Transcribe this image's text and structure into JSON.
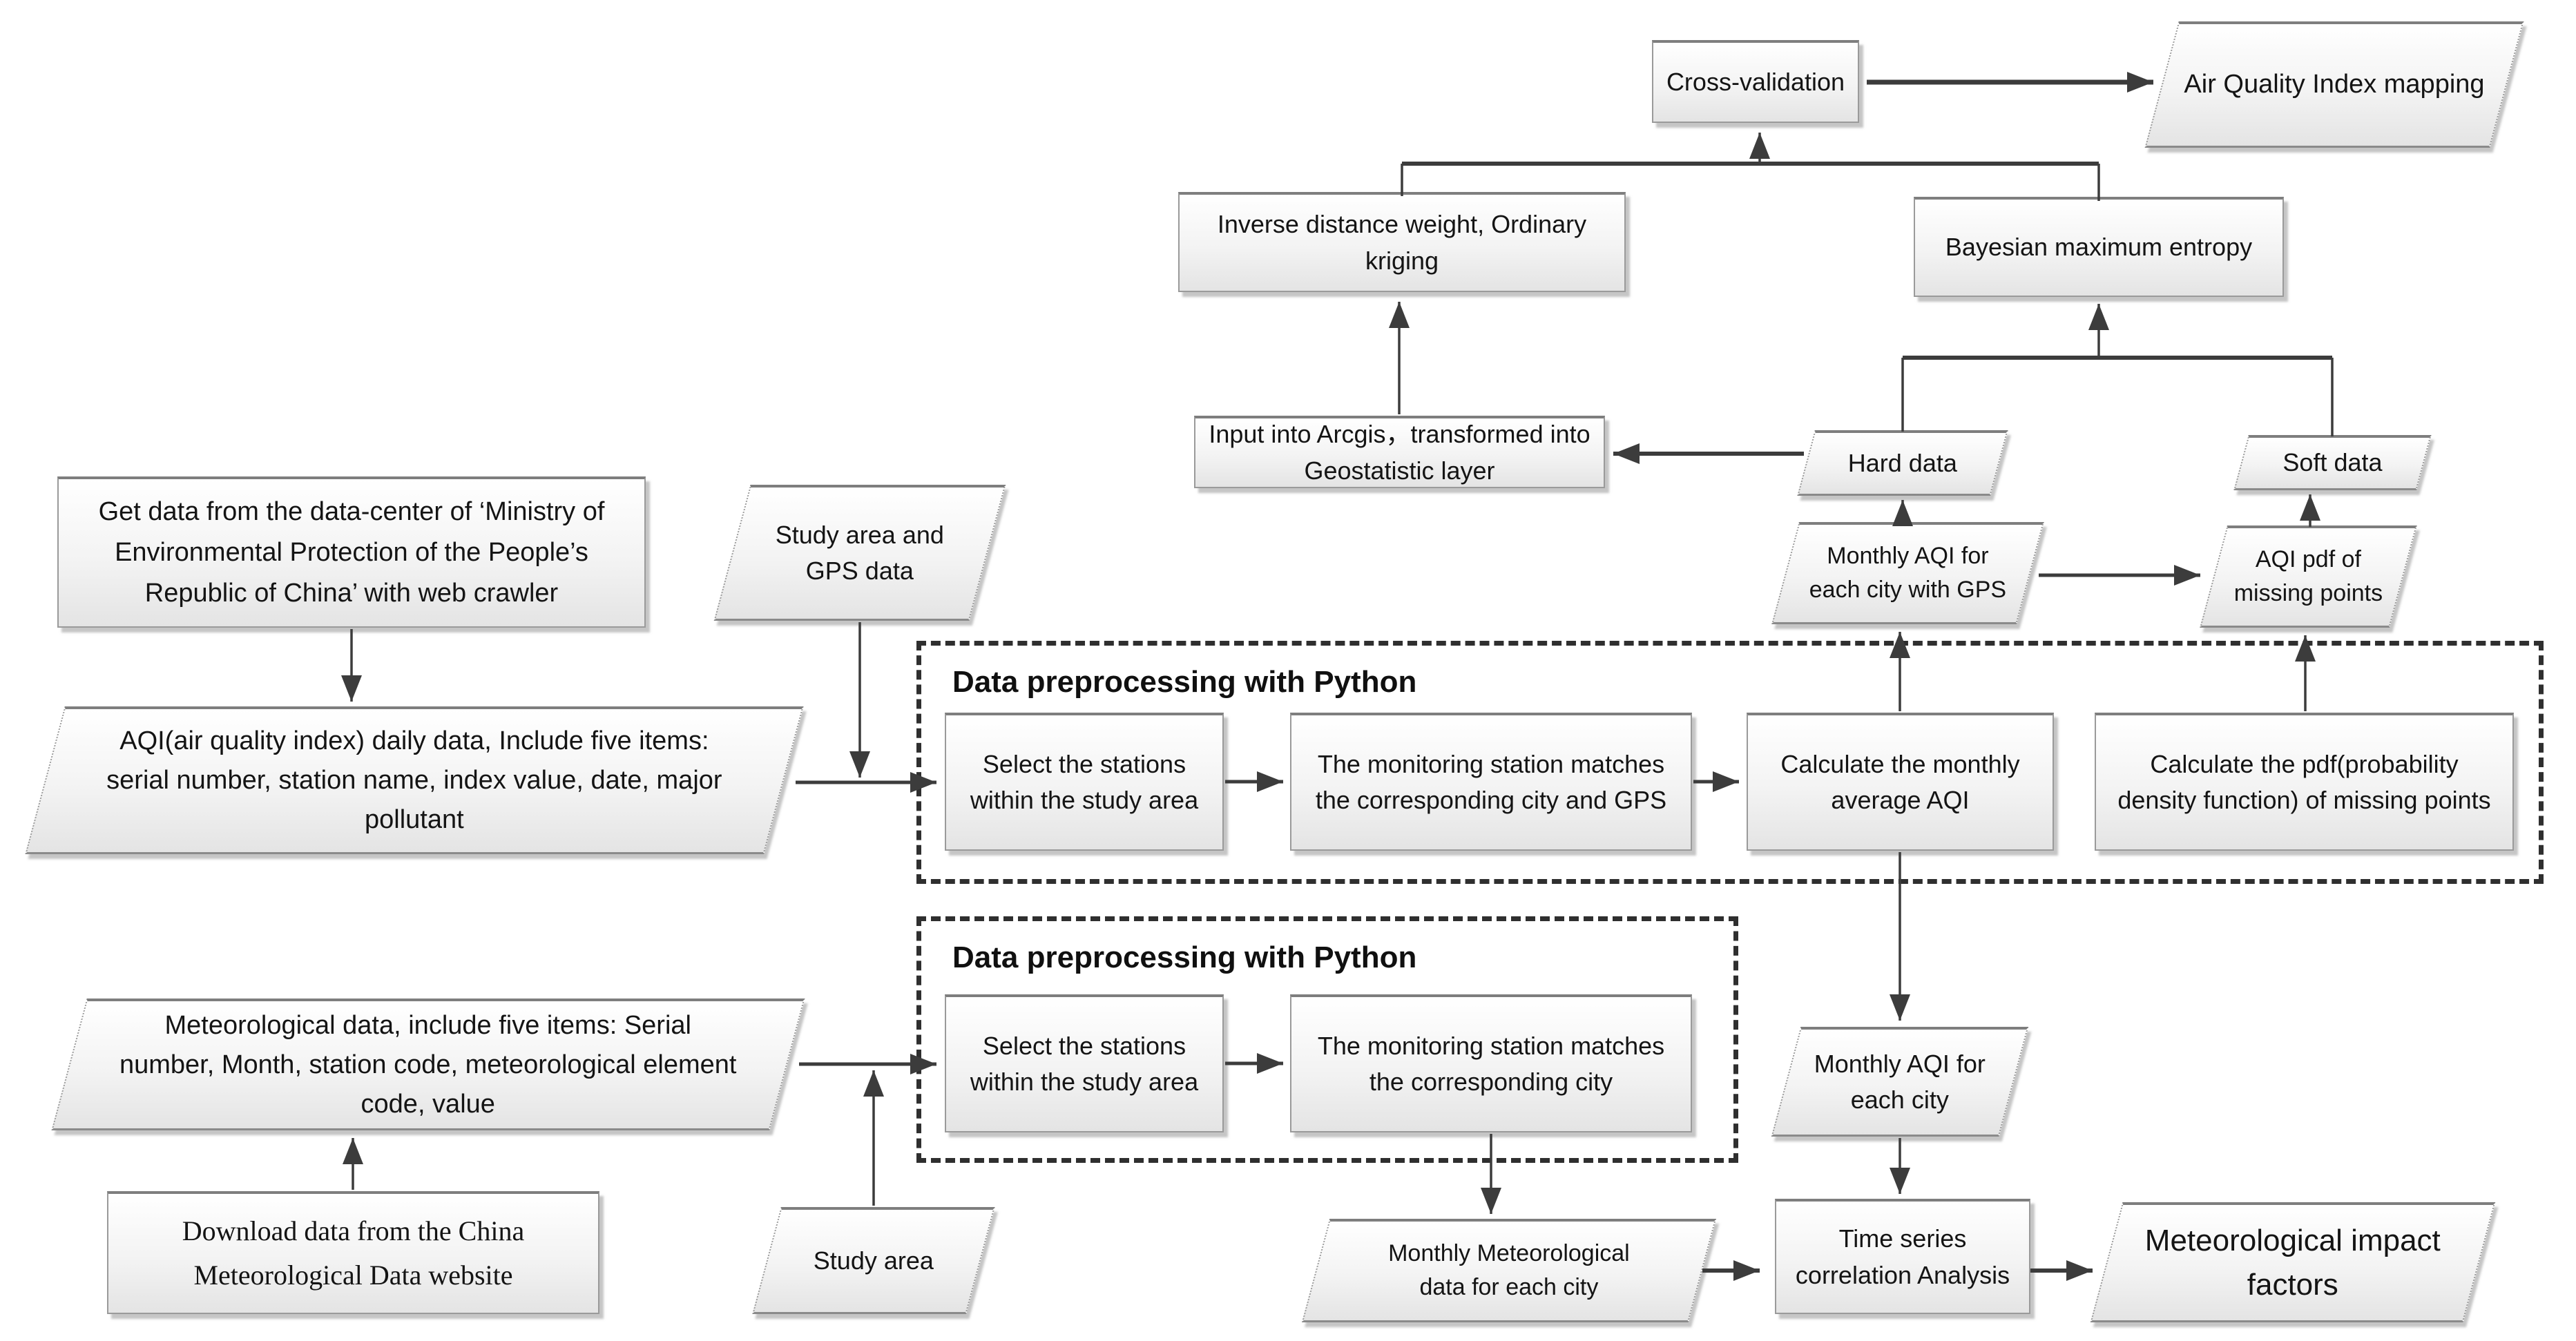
{
  "diagram_type": "flowchart",
  "colors": {
    "node_fill_top": "#ffffff",
    "node_fill_bottom": "#e4e4e4",
    "node_border": "#9a9a9a",
    "connector": "#3c3c3c",
    "dashed_border": "#2f2f2f",
    "text": "#141414",
    "background": "#ffffff"
  },
  "containers": {
    "preprocessing_top": {
      "label": "Data preprocessing with Python"
    },
    "preprocessing_bottom": {
      "label": "Data preprocessing with Python"
    }
  },
  "nodes": {
    "cross_validation": {
      "label": "Cross-validation",
      "shape": "rectangle"
    },
    "aqi_mapping": {
      "label": "Air Quality Index mapping",
      "shape": "parallelogram"
    },
    "idw_kriging": {
      "label": "Inverse distance weight, Ordinary kriging",
      "shape": "rectangle"
    },
    "bme": {
      "label": "Bayesian maximum entropy",
      "shape": "rectangle"
    },
    "input_arcgis": {
      "label": "Input into Arcgis，transformed into Geostatistic layer",
      "shape": "rectangle"
    },
    "hard_data": {
      "label": "Hard data",
      "shape": "parallelogram"
    },
    "soft_data": {
      "label": "Soft data",
      "shape": "parallelogram"
    },
    "monthly_aqi_gps": {
      "label": "Monthly AQI for each city with GPS",
      "shape": "parallelogram"
    },
    "aqi_pdf_missing": {
      "label": "AQI pdf of missing points",
      "shape": "parallelogram"
    },
    "get_data": {
      "label": "Get data from the data-center of ‘Ministry of Environmental Protection of the People’s Republic of China’ with web crawler",
      "shape": "rectangle"
    },
    "aqi_daily": {
      "label": "AQI(air quality index) daily data, Include five items: serial number, station name, index value, date, major pollutant",
      "shape": "parallelogram"
    },
    "study_area_gps": {
      "label": "Study area and GPS data",
      "shape": "parallelogram"
    },
    "select_stations_top": {
      "label": "Select the stations within the study area",
      "shape": "rectangle"
    },
    "match_city_gps": {
      "label": "The monitoring station matches the corresponding city and GPS",
      "shape": "rectangle"
    },
    "calc_monthly_avg": {
      "label": "Calculate the monthly average AQI",
      "shape": "rectangle"
    },
    "calc_pdf": {
      "label": "Calculate the pdf(probability density function) of missing points",
      "shape": "rectangle"
    },
    "met_data": {
      "label": "Meteorological data, include five items: Serial number, Month, station code, meteorological element code, value",
      "shape": "parallelogram"
    },
    "download_met": {
      "label": "Download data from the China Meteorological Data website",
      "shape": "rectangle"
    },
    "study_area": {
      "label": "Study area",
      "shape": "parallelogram"
    },
    "select_stations_bottom": {
      "label": "Select the stations within the study area",
      "shape": "rectangle"
    },
    "match_city": {
      "label": "The monitoring station matches the corresponding city",
      "shape": "rectangle"
    },
    "monthly_aqi_city": {
      "label": "Monthly AQI for each city",
      "shape": "parallelogram"
    },
    "monthly_met_city": {
      "label": "Monthly Meteorological data for each city",
      "shape": "parallelogram"
    },
    "time_series": {
      "label": "Time series correlation Analysis",
      "shape": "rectangle"
    },
    "met_impact": {
      "label": "Meteorological impact factors",
      "shape": "parallelogram"
    }
  },
  "edges": [
    {
      "from": "get_data",
      "to": "aqi_daily"
    },
    {
      "from": "aqi_daily",
      "to": "select_stations_top"
    },
    {
      "from": "study_area_gps",
      "to": "select_stations_top"
    },
    {
      "from": "select_stations_top",
      "to": "match_city_gps"
    },
    {
      "from": "match_city_gps",
      "to": "calc_monthly_avg"
    },
    {
      "from": "calc_monthly_avg",
      "to": "monthly_aqi_gps"
    },
    {
      "from": "calc_pdf",
      "to": "aqi_pdf_missing"
    },
    {
      "from": "monthly_aqi_gps",
      "to": "aqi_pdf_missing"
    },
    {
      "from": "monthly_aqi_gps",
      "to": "hard_data"
    },
    {
      "from": "aqi_pdf_missing",
      "to": "soft_data"
    },
    {
      "from": "hard_data",
      "to": "input_arcgis"
    },
    {
      "from": "hard_data",
      "to": "bme"
    },
    {
      "from": "soft_data",
      "to": "bme"
    },
    {
      "from": "input_arcgis",
      "to": "idw_kriging"
    },
    {
      "from": "idw_kriging",
      "to": "cross_validation"
    },
    {
      "from": "bme",
      "to": "cross_validation"
    },
    {
      "from": "cross_validation",
      "to": "aqi_mapping"
    },
    {
      "from": "download_met",
      "to": "met_data"
    },
    {
      "from": "met_data",
      "to": "select_stations_bottom"
    },
    {
      "from": "study_area",
      "to": "select_stations_bottom"
    },
    {
      "from": "select_stations_bottom",
      "to": "match_city"
    },
    {
      "from": "match_city",
      "to": "monthly_met_city"
    },
    {
      "from": "calc_monthly_avg",
      "to": "monthly_aqi_city"
    },
    {
      "from": "monthly_aqi_city",
      "to": "time_series"
    },
    {
      "from": "monthly_met_city",
      "to": "time_series"
    },
    {
      "from": "time_series",
      "to": "met_impact"
    }
  ]
}
